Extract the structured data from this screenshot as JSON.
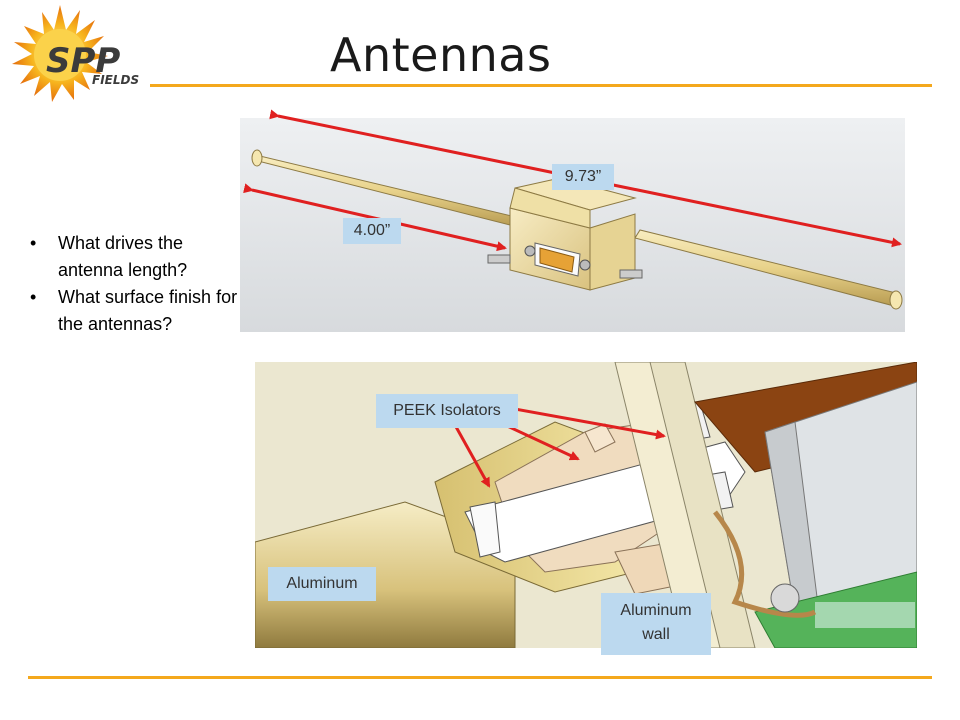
{
  "title": "Antennas",
  "bullets": [
    "What drives the antenna length?",
    "What surface finish for the antennas?"
  ],
  "logo": {
    "text": "SPP",
    "subtext": "FIELDS"
  },
  "callouts": {
    "dim_long": "9.73”",
    "dim_short": "4.00”",
    "peek": "PEEK Isolators",
    "aluminum": "Aluminum",
    "aluminum_wall_line1": "Aluminum",
    "aluminum_wall_line2": "wall"
  },
  "colors": {
    "accent_rule": "#f4a81d",
    "callout_fill": "#bcd9ef",
    "arrow": "#e02020"
  }
}
